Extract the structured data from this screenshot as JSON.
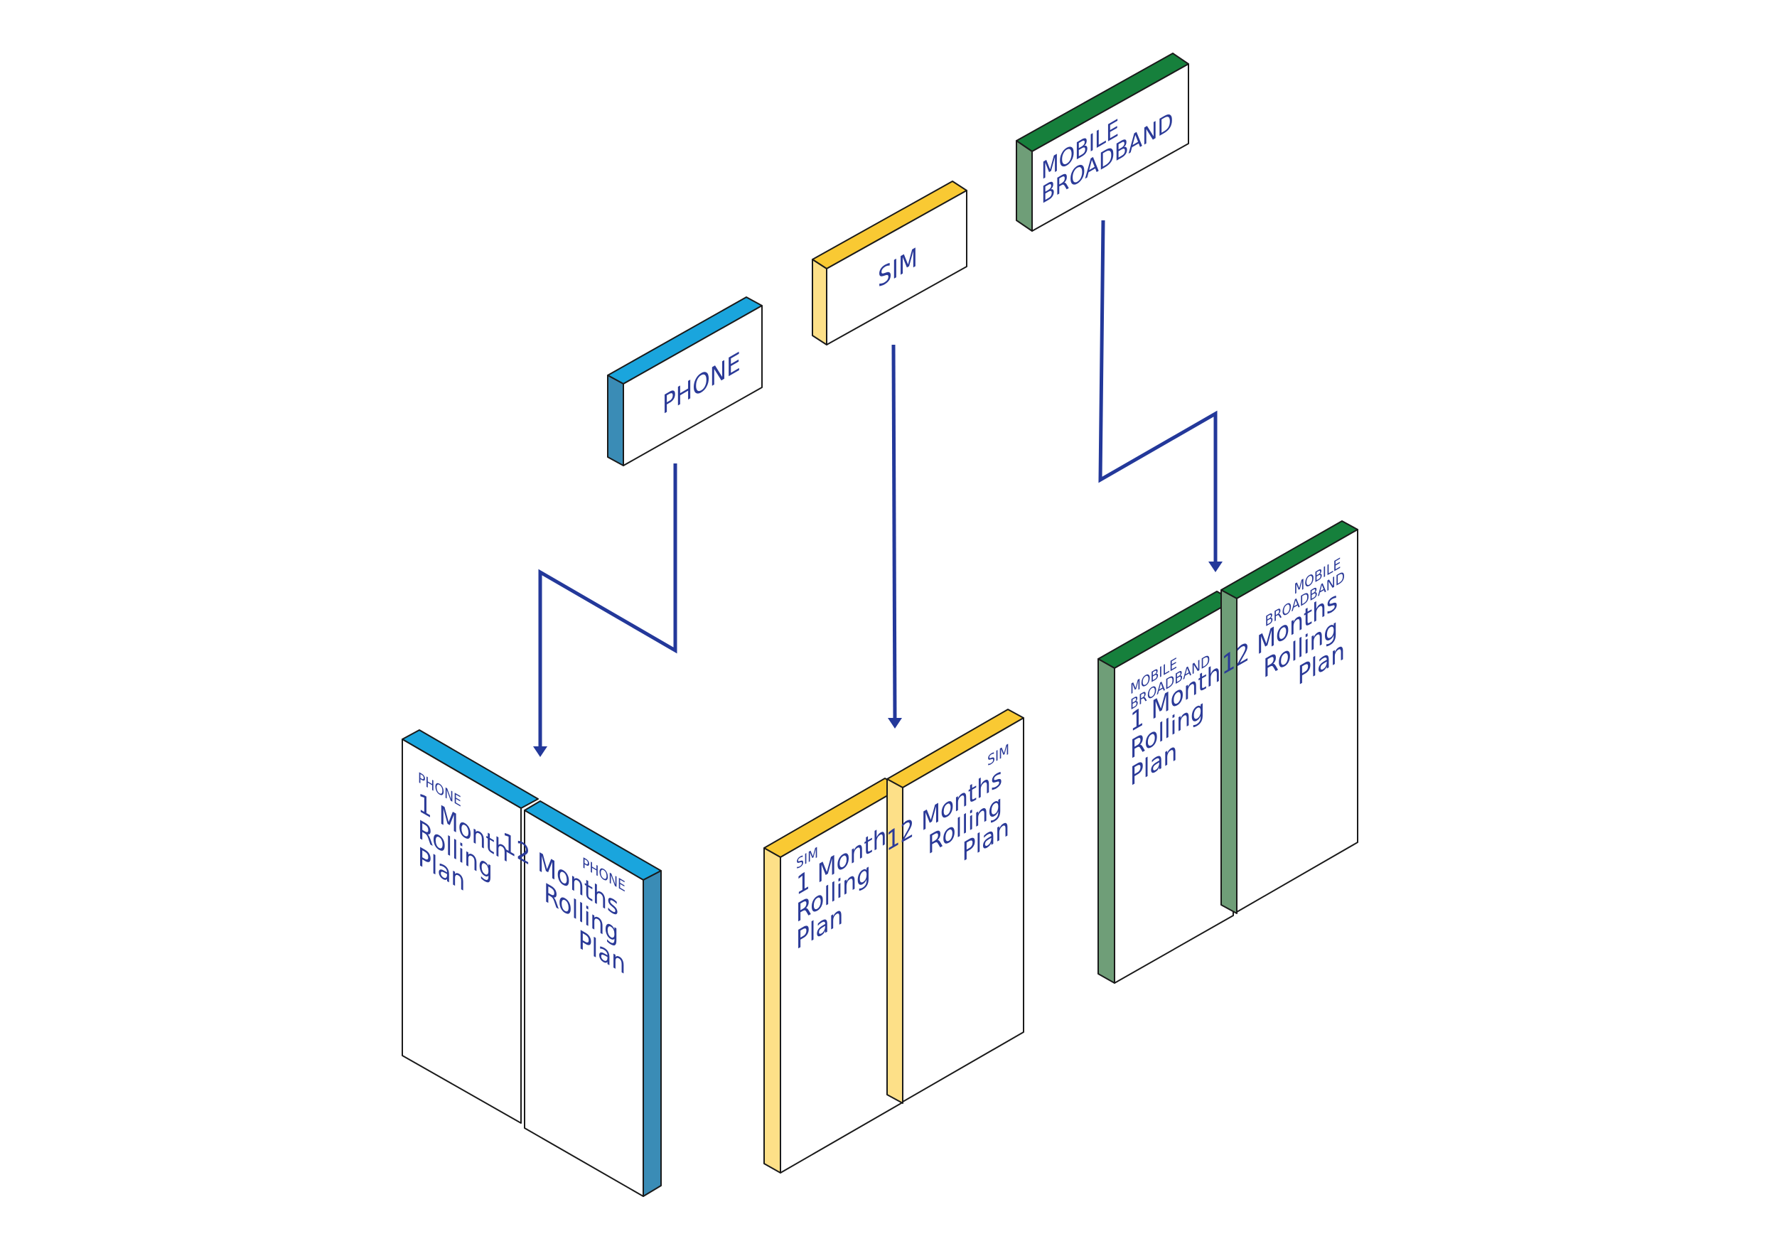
{
  "colors": {
    "text": "#2b3a98",
    "line": "#23389a",
    "phone_top": "#1aa5dd",
    "phone_side": "#3a8cb6",
    "sim_top": "#f9c933",
    "sim_side": "#fde088",
    "broadband_top": "#16803c",
    "broadband_side": "#6f9e78"
  },
  "categories": {
    "phone": {
      "label": "PHONE"
    },
    "sim": {
      "label": "SIM"
    },
    "broadband": {
      "label": [
        "MOBILE",
        "BROADBAND"
      ]
    }
  },
  "plans": {
    "phone": [
      {
        "tag": [
          "PHONE"
        ],
        "title": [
          "1 Month",
          "Rolling",
          "Plan"
        ]
      },
      {
        "tag": [
          "PHONE"
        ],
        "title": [
          "12 Months",
          "Rolling",
          "Plan"
        ]
      }
    ],
    "sim": [
      {
        "tag": [
          "SIM"
        ],
        "title": [
          "1 Month",
          "Rolling",
          "Plan"
        ]
      },
      {
        "tag": [
          "SIM"
        ],
        "title": [
          "12 Months",
          "Rolling",
          "Plan"
        ]
      }
    ],
    "broadband": [
      {
        "tag": [
          "MOBILE",
          "BROADBAND"
        ],
        "title": [
          "1 Month",
          "Rolling",
          "Plan"
        ]
      },
      {
        "tag": [
          "MOBILE",
          "BROADBAND"
        ],
        "title": [
          "12 Months",
          "Rolling",
          "Plan"
        ]
      }
    ]
  }
}
